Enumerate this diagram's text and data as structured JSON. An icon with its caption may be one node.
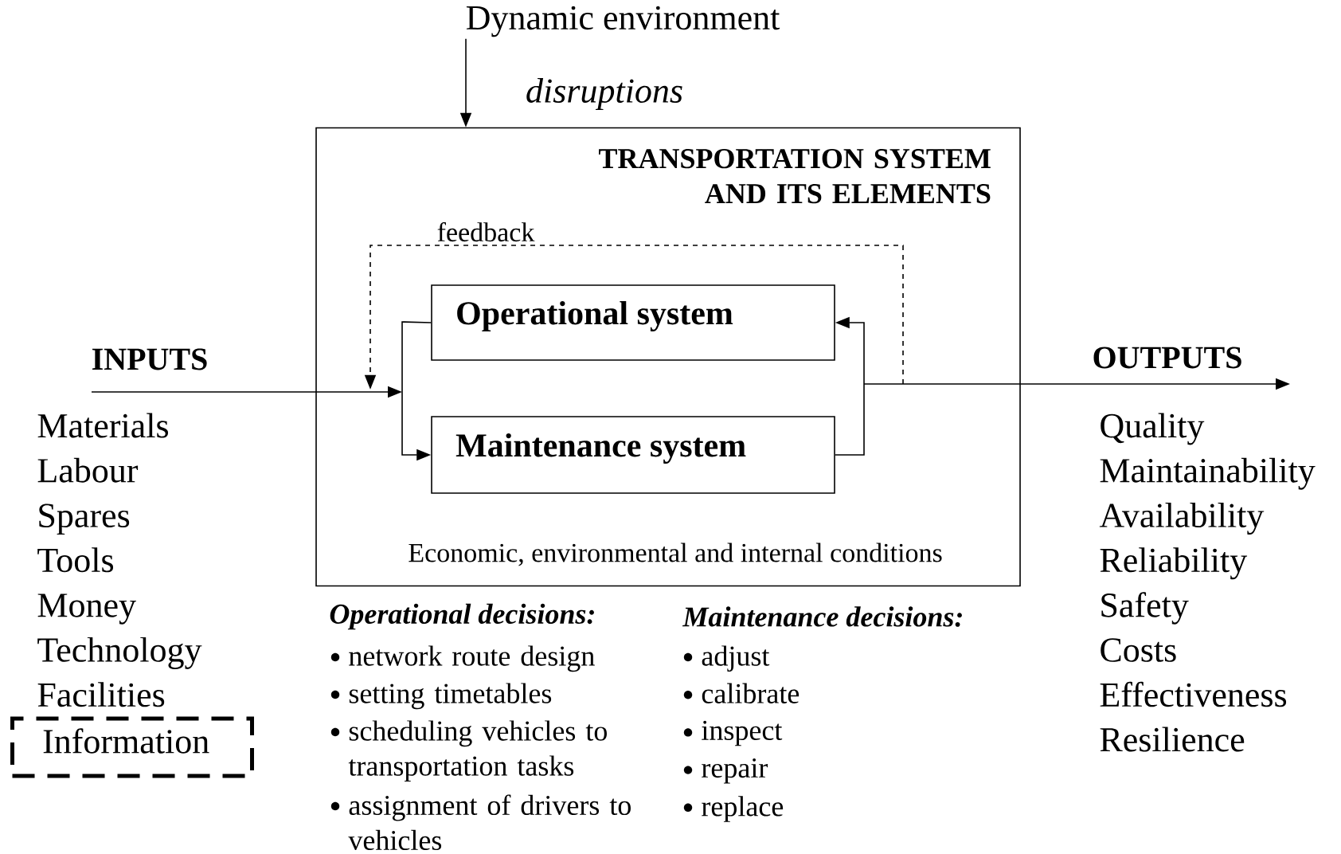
{
  "diagram": {
    "nodes": [
      {
        "text": [
          "Dynamic environment"
        ]
      },
      {
        "text": [
          "TRANSPORTATION SYSTEM AND ITS ELEMENTS",
          "Economic, environmental and internal conditions"
        ]
      },
      {
        "text": [
          "Operational system"
        ],
        "in": 1
      },
      {
        "text": [
          "Maintenance system"
        ],
        "in": 1
      },
      {
        "text": [
          "Information"
        ]
      }
    ],
    "edges": [
      {
        "from": 0,
        "to": 1,
        "arrow": "to",
        "label": "disruptions"
      },
      {
        "from": null,
        "to": 2,
        "arrow": "to"
      },
      {
        "from": 2,
        "to": 3,
        "arrow": "to"
      },
      {
        "from": 3,
        "to": 2,
        "arrow": "to"
      },
      {
        "from": 3,
        "to": null,
        "arrow": "to"
      },
      {
        "from": null,
        "to": 2,
        "arrow": "to",
        "label": "feedback",
        "style": "dashed"
      }
    ],
    "labels": [
      "INPUTS",
      "Materials",
      "Labour",
      "Spares",
      "Tools",
      "Money",
      "Technology",
      "Facilities",
      "OUTPUTS",
      "Quality",
      "Maintainability",
      "Availability",
      "Reliability",
      "Safety",
      "Costs",
      "Effectiveness",
      "Resilience",
      "Operational decisions:",
      "network route design",
      "setting timetables",
      "scheduling vehicles to transportation tasks",
      "assignment of drivers to vehicles",
      "Maintenance decisions:",
      "adjust",
      "calibrate",
      "inspect",
      "repair",
      "replace"
    ]
  }
}
